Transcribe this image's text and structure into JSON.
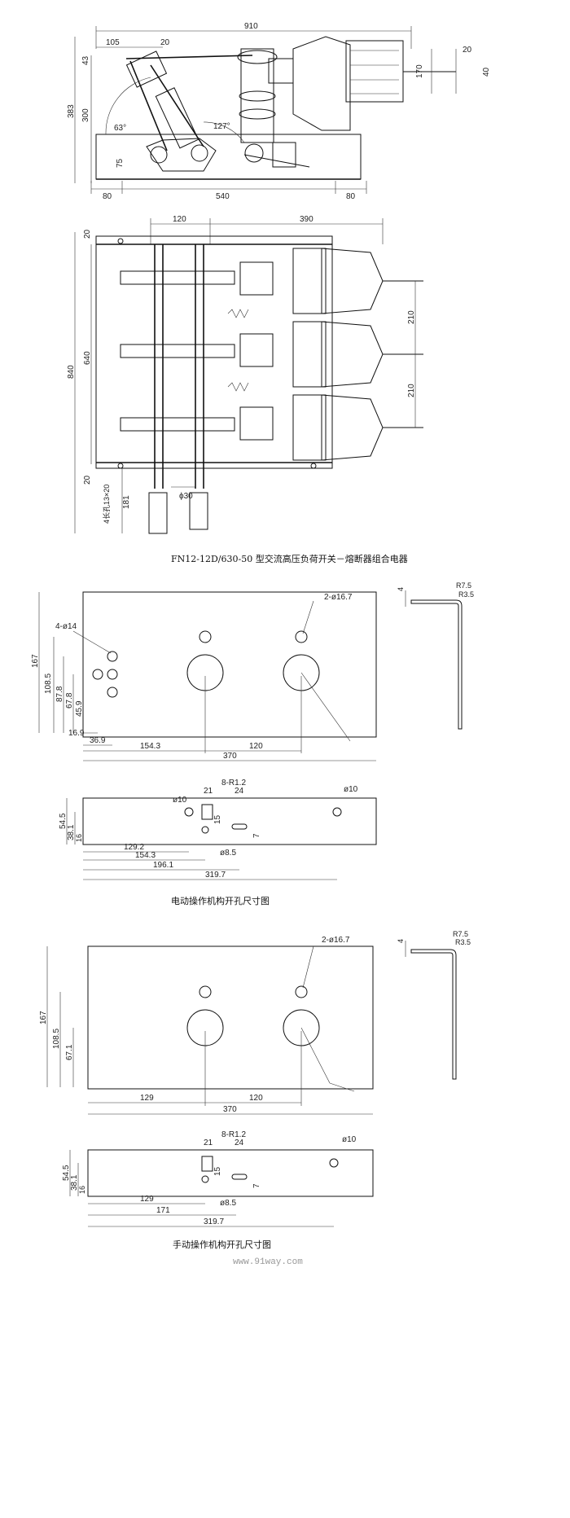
{
  "fig1": {
    "caption": "FN12-12D/630-50 型交流高压负荷开关－熔断器组合电器",
    "side_view": {
      "top_width": "910",
      "d105": "105",
      "d20a": "20",
      "d20b": "20",
      "d40": "40",
      "d170": "170",
      "h43": "43",
      "h383": "383",
      "h300": "300",
      "h75": "75",
      "angle63": "63°",
      "angle127": "127°",
      "b80a": "80",
      "b540": "540",
      "b80b": "80"
    },
    "plan_view": {
      "d120": "120",
      "d390": "390",
      "h840": "840",
      "h640": "640",
      "h20top": "20",
      "h20bot": "20",
      "d210a": "210",
      "d210b": "210",
      "hole_note": "4长孔13×20",
      "h181": "181",
      "phi30": "ϕ30"
    }
  },
  "fig2": {
    "caption": "电动操作机构开孔尺寸图",
    "panel": {
      "holes_big": "2-ø16.7",
      "holes_small": "4-ø14",
      "v167": "167",
      "v108_5": "108.5",
      "v87_8": "87.8",
      "v67_8": "67.8",
      "v45_9": "45.9",
      "h16_9": "16.9",
      "h36_9": "36.9",
      "h154_3": "154.3",
      "h120": "120",
      "h370": "370"
    },
    "bracket": {
      "t4": "4",
      "r7_5": "R7.5",
      "r3_5": "R3.5"
    },
    "strip": {
      "phi10a": "ø10",
      "d21": "21",
      "slot": "8-R1.2",
      "d24": "24",
      "phi10b": "ø10",
      "v54_5": "54.5",
      "v38_1": "38.1",
      "v16": "16",
      "v15": "15",
      "v7": "7",
      "phi8_5": "ø8.5",
      "h129_2": "129.2",
      "h154_3": "154.3",
      "h196_1": "196.1",
      "h319_7": "319.7"
    }
  },
  "fig3": {
    "caption": "手动操作机构开孔尺寸图",
    "panel": {
      "holes_big": "2-ø16.7",
      "v167": "167",
      "v108_5": "108.5",
      "v67_1": "67.1",
      "h129": "129",
      "h120": "120",
      "h370": "370"
    },
    "bracket": {
      "t4": "4",
      "r7_5": "R7.5",
      "r3_5": "R3.5"
    },
    "strip": {
      "d21": "21",
      "slot": "8-R1.2",
      "d24": "24",
      "phi10": "ø10",
      "v54_5": "54.5",
      "v38_1": "38.1",
      "v16": "16",
      "v15": "15",
      "v7": "7",
      "phi8_5": "ø8.5",
      "h129": "129",
      "h171": "171",
      "h319_7": "319.7"
    }
  },
  "watermark": "www.91way.com"
}
